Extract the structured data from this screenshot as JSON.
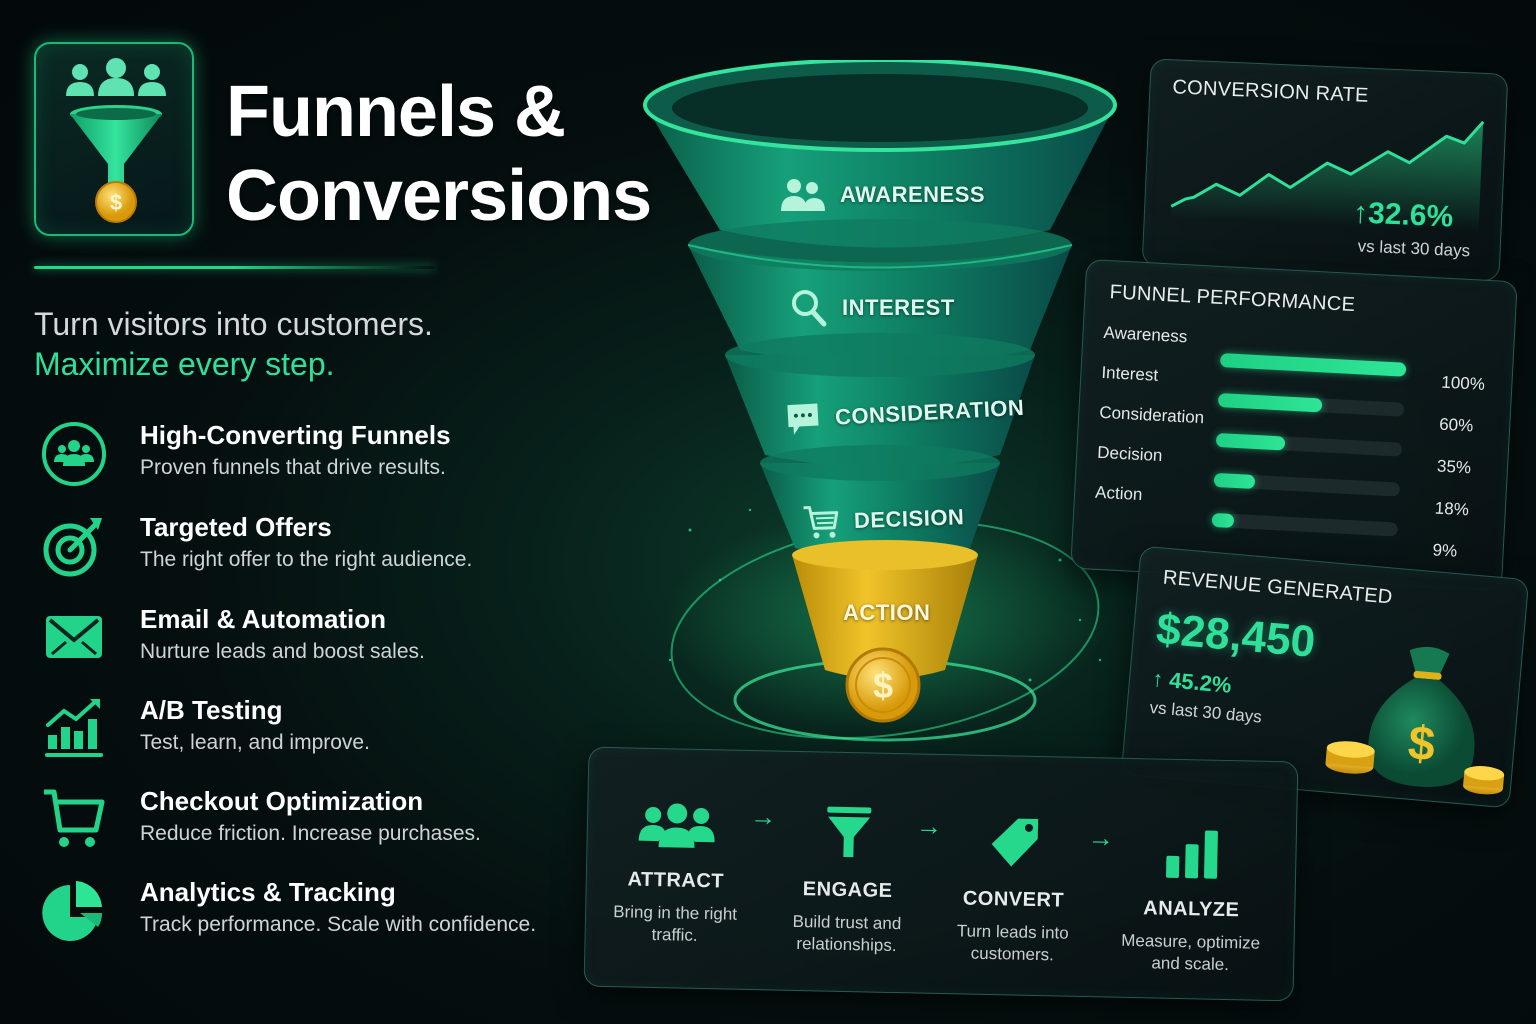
{
  "header": {
    "title_line1": "Funnels &",
    "title_line2": "Conversions",
    "tagline_primary": "Turn visitors into customers.",
    "tagline_accent": "Maximize every step.",
    "logo_icon": "funnel-with-people-and-coin-icon"
  },
  "features": [
    {
      "icon": "users-circle-icon",
      "title": "High-Converting Funnels",
      "desc": "Proven funnels that drive results."
    },
    {
      "icon": "target-arrow-icon",
      "title": "Targeted Offers",
      "desc": "The right offer to the right audience."
    },
    {
      "icon": "envelope-icon",
      "title": "Email & Automation",
      "desc": "Nurture leads and boost sales."
    },
    {
      "icon": "bar-chart-trend-icon",
      "title": "A/B Testing",
      "desc": "Test, learn, and improve."
    },
    {
      "icon": "shopping-cart-icon",
      "title": "Checkout Optimization",
      "desc": "Reduce friction. Increase purchases."
    },
    {
      "icon": "pie-chart-icon",
      "title": "Analytics & Tracking",
      "desc": "Track performance. Scale with confidence."
    }
  ],
  "funnel": {
    "stages": [
      {
        "label": "AWARENESS",
        "icon": "users-icon"
      },
      {
        "label": "INTEREST",
        "icon": "search-icon"
      },
      {
        "label": "CONSIDERATION",
        "icon": "chat-bubble-icon"
      },
      {
        "label": "DECISION",
        "icon": "shopping-cart-icon"
      },
      {
        "label": "ACTION",
        "icon": "dollar-coin-icon"
      }
    ]
  },
  "conversion_rate": {
    "title": "CONVERSION RATE",
    "change": "32.6%",
    "change_arrow": "↑",
    "comparison": "vs last 30 days"
  },
  "funnel_performance": {
    "title": "FUNNEL PERFORMANCE",
    "rows": [
      {
        "label": "Awareness",
        "value": 100
      },
      {
        "label": "Interest",
        "value": 60
      },
      {
        "label": "Consideration",
        "value": 35
      },
      {
        "label": "Decision",
        "value": 18
      },
      {
        "label": "Action",
        "value": 9
      }
    ],
    "percent_labels": [
      "100%",
      "60%",
      "35%",
      "18%",
      "9%"
    ]
  },
  "revenue": {
    "title": "REVENUE GENERATED",
    "amount": "$28,450",
    "change": "45.2%",
    "change_arrow": "↑",
    "comparison": "vs last 30 days",
    "icon": "money-bag-icon"
  },
  "process": {
    "steps": [
      {
        "label": "ATTRACT",
        "desc": "Bring in the right traffic.",
        "icon": "users-icon"
      },
      {
        "label": "ENGAGE",
        "desc": "Build trust and relationships.",
        "icon": "funnel-icon"
      },
      {
        "label": "CONVERT",
        "desc": "Turn leads into customers.",
        "icon": "price-tag-icon"
      },
      {
        "label": "ANALYZE",
        "desc": "Measure, optimize and scale.",
        "icon": "bar-chart-icon"
      }
    ],
    "arrow": "→"
  },
  "colors": {
    "accent_green": "#2fe09a",
    "funnel_teal": "#0f6e55",
    "action_gold": "#e0b21a",
    "background": "#050f0f"
  }
}
